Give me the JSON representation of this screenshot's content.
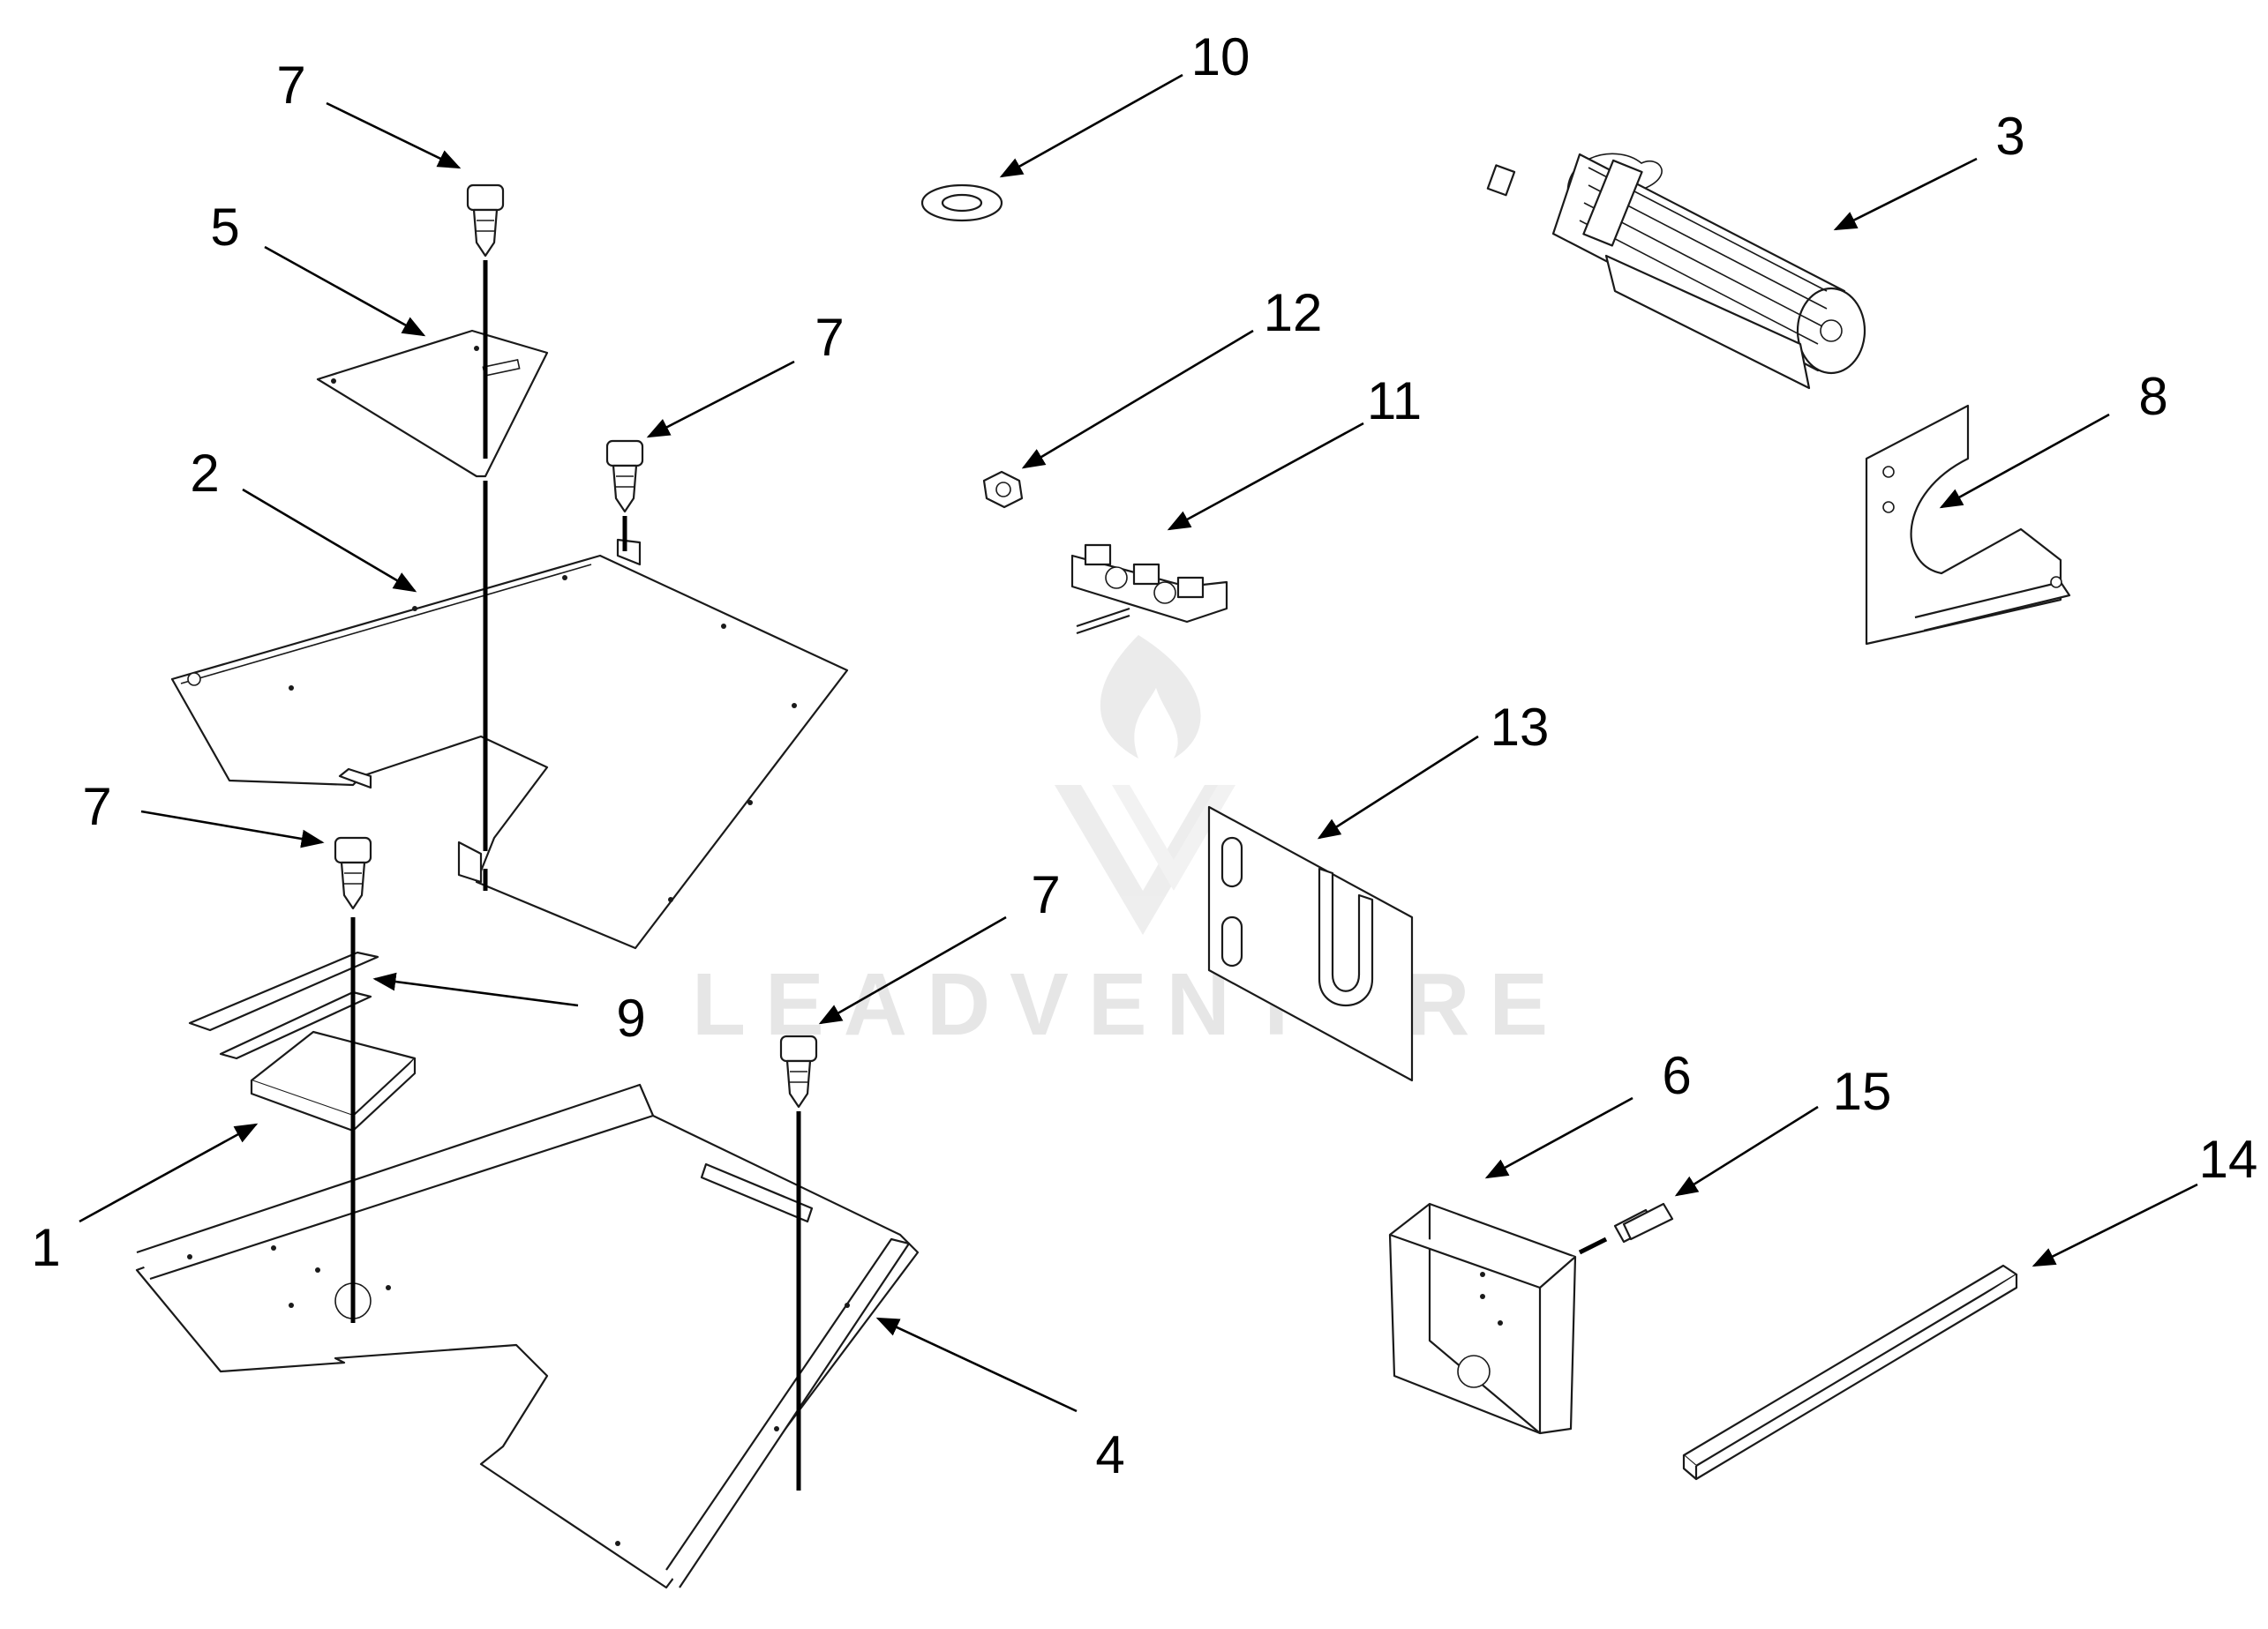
{
  "watermark": {
    "text": "LEADVENTURE",
    "color": "#e6e6e6"
  },
  "colors": {
    "line": "#1a1a1a",
    "leader": "#000000",
    "background": "#ffffff"
  },
  "callouts": [
    {
      "id": "1",
      "label": "1"
    },
    {
      "id": "2",
      "label": "2"
    },
    {
      "id": "3",
      "label": "3"
    },
    {
      "id": "4",
      "label": "4"
    },
    {
      "id": "5",
      "label": "5"
    },
    {
      "id": "6",
      "label": "6"
    },
    {
      "id": "7a",
      "label": "7"
    },
    {
      "id": "7b",
      "label": "7"
    },
    {
      "id": "7c",
      "label": "7"
    },
    {
      "id": "7d",
      "label": "7"
    },
    {
      "id": "8",
      "label": "8"
    },
    {
      "id": "9",
      "label": "9"
    },
    {
      "id": "10",
      "label": "10"
    },
    {
      "id": "11",
      "label": "11"
    },
    {
      "id": "12",
      "label": "12"
    },
    {
      "id": "13",
      "label": "13"
    },
    {
      "id": "14",
      "label": "14"
    },
    {
      "id": "15",
      "label": "15"
    }
  ]
}
